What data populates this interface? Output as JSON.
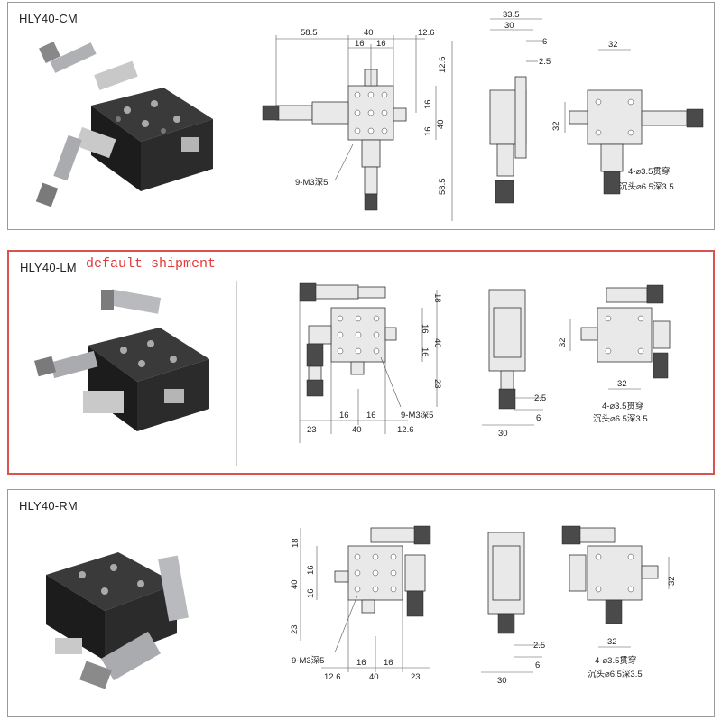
{
  "panels": [
    {
      "model": "HLY40-CM",
      "note": "",
      "dims": {
        "a": "58.5",
        "b": "40",
        "c": "16",
        "d": "16",
        "e": "12.6",
        "f": "12.6",
        "g": "16",
        "h": "40",
        "i": "58.5",
        "j": "16",
        "screw": "9-M3深5",
        "side_a": "33.5",
        "side_b": "30",
        "side_c": "6",
        "side_d": "2.5",
        "rear_a": "32",
        "rear_b": "32",
        "hole1": "4-⌀3.5贯穿",
        "hole2": "沉头⌀6.5深3.5"
      }
    },
    {
      "model": "HLY40-LM",
      "note": "default shipment",
      "dims": {
        "a": "18",
        "b": "16",
        "c": "40",
        "d": "16",
        "e": "23",
        "f": "23",
        "g": "16",
        "h": "16",
        "i": "40",
        "j": "12.6",
        "screw": "9-M3深5",
        "side_a": "2.5",
        "side_b": "6",
        "side_c": "30",
        "rear_a": "32",
        "rear_b": "32",
        "hole1": "4-⌀3.5贯穿",
        "hole2": "沉头⌀6.5深3.5"
      }
    },
    {
      "model": "HLY40-RM",
      "note": "",
      "dims": {
        "a": "18",
        "b": "40",
        "c": "16",
        "d": "16",
        "e": "23",
        "f": "12.6",
        "g": "16",
        "h": "16",
        "i": "40",
        "j": "23",
        "screw": "9-M3深5",
        "side_a": "2.5",
        "side_b": "6",
        "side_c": "30",
        "rear_a": "32",
        "rear_b": "32",
        "hole1": "4-⌀3.5贯穿",
        "hole2": "沉头⌀6.5深3.5"
      }
    }
  ]
}
